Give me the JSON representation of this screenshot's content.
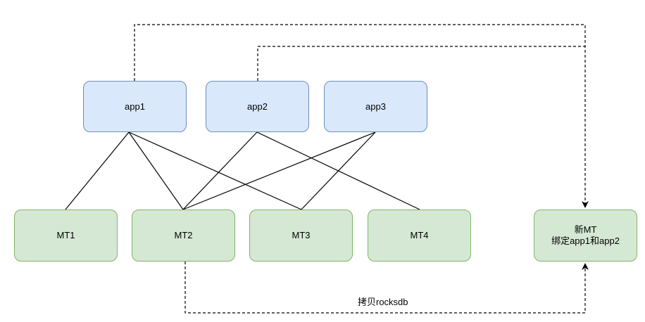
{
  "nodes": {
    "app1": "app1",
    "app2": "app2",
    "app3": "app3",
    "mt1": "MT1",
    "mt2": "MT2",
    "mt3": "MT3",
    "mt4": "MT4",
    "new_mt_line1": "新MT",
    "new_mt_line2": "绑定app1和app2"
  },
  "edges": {
    "copy_label": "拷贝rocksdb"
  },
  "colors": {
    "app_fill": "#dae8fc",
    "app_stroke": "#6c8ebf",
    "mt_fill": "#d5e8d4",
    "mt_stroke": "#82b366",
    "line": "#000000"
  }
}
